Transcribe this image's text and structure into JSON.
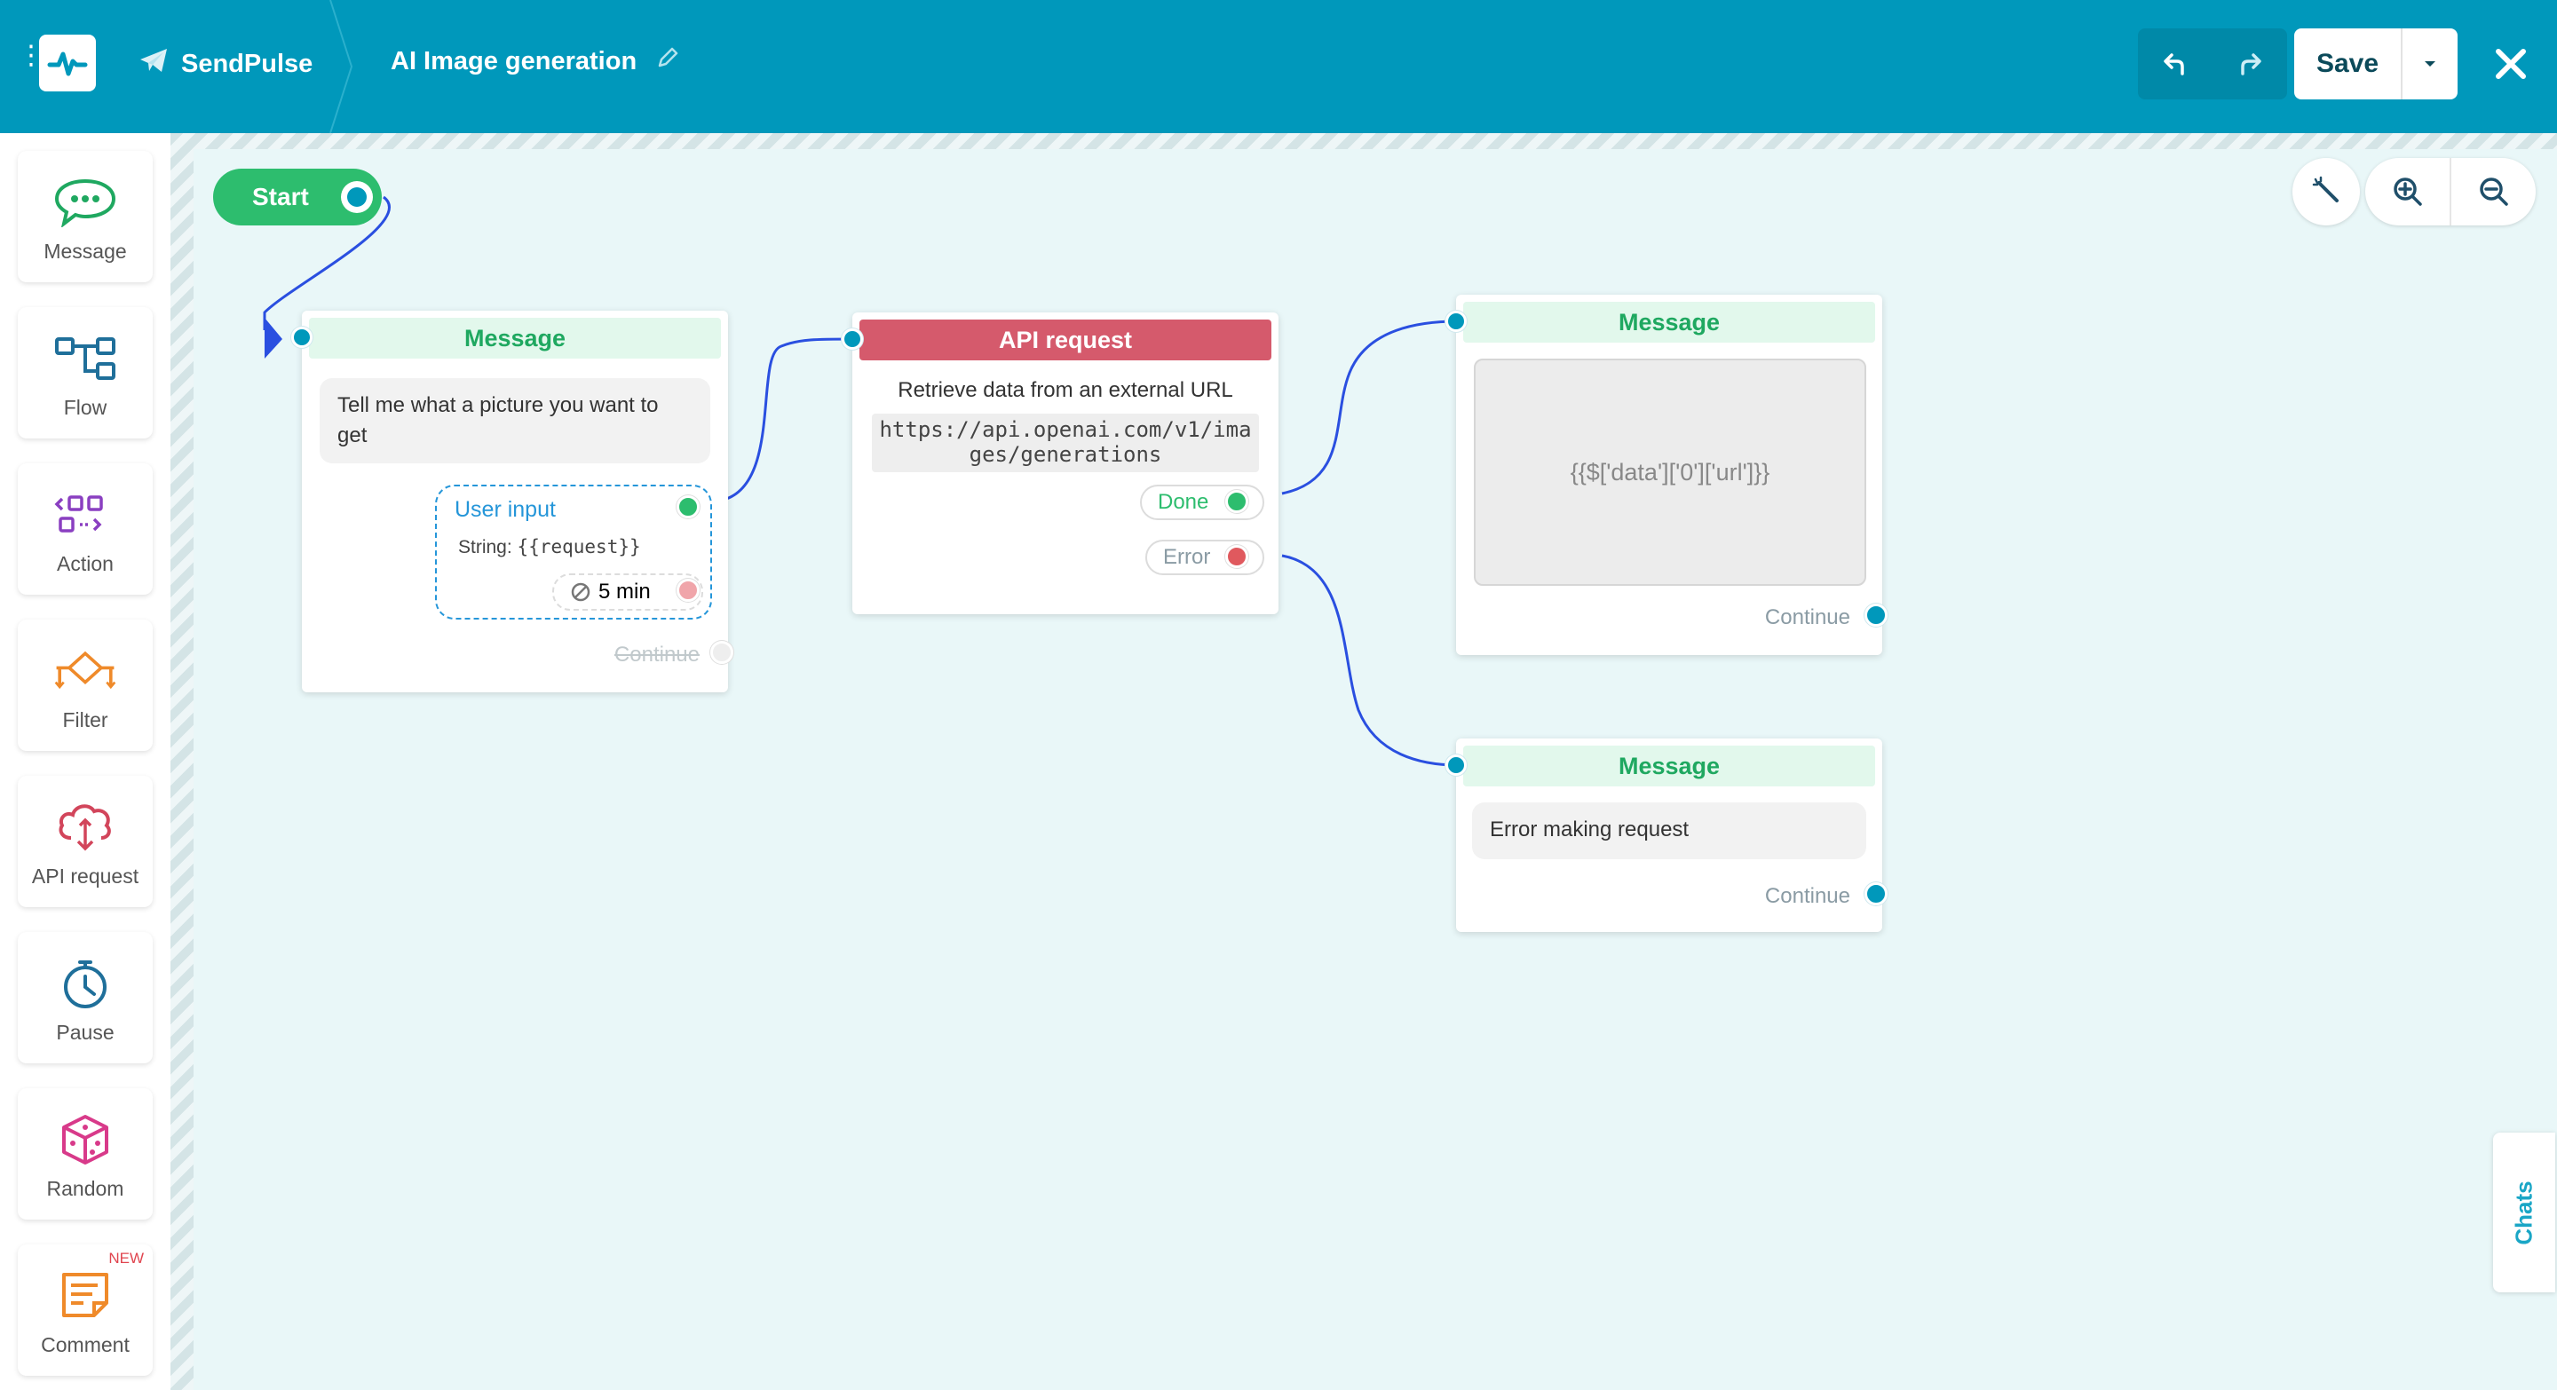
{
  "header": {
    "brand": "SendPulse",
    "flow_title": "AI Image generation",
    "save_label": "Save",
    "icons": [
      "menu-dots-icon",
      "app-logo-icon",
      "telegram-icon",
      "pencil-icon",
      "undo-icon",
      "redo-icon",
      "chevron-down-icon",
      "close-icon"
    ]
  },
  "sidebar": {
    "items": [
      {
        "label": "Message",
        "icon": "message-icon"
      },
      {
        "label": "Flow",
        "icon": "flow-icon"
      },
      {
        "label": "Action",
        "icon": "action-icon"
      },
      {
        "label": "Filter",
        "icon": "filter-icon"
      },
      {
        "label": "API request",
        "icon": "api-request-icon"
      },
      {
        "label": "Pause",
        "icon": "pause-icon"
      },
      {
        "label": "Random",
        "icon": "random-icon"
      },
      {
        "label": "Comment",
        "icon": "comment-icon",
        "badge": "NEW"
      }
    ]
  },
  "canvas": {
    "start_label": "Start",
    "zoom_controls": [
      "magic-wand-icon",
      "zoom-in-icon",
      "zoom-out-icon"
    ],
    "node_message_1": {
      "title": "Message",
      "text": "Tell me what a picture you want to get",
      "user_input": {
        "title": "User input",
        "type_label": "String:",
        "variable": "{{request}}",
        "timeout": "5 min"
      },
      "continue": "Continue"
    },
    "node_api": {
      "title": "API request",
      "description": "Retrieve data from an external URL",
      "url": "https://api.openai.com/v1/images/generations",
      "done": "Done",
      "error": "Error"
    },
    "node_message_2": {
      "title": "Message",
      "image_placeholder": "{{$['data']['0']['url']}}",
      "continue": "Continue"
    },
    "node_message_3": {
      "title": "Message",
      "text": "Error making request",
      "continue": "Continue"
    }
  },
  "chats_tab": "Chats",
  "colors": {
    "topbar": "#0098bb",
    "canvas": "#e9f7f8",
    "start": "#2dbd6e",
    "message_head": "#1fa860",
    "api_head": "#d55a6c",
    "link": "#2a4fe0",
    "done_dot": "#2dbd6e",
    "error_dot": "#e0595e"
  }
}
